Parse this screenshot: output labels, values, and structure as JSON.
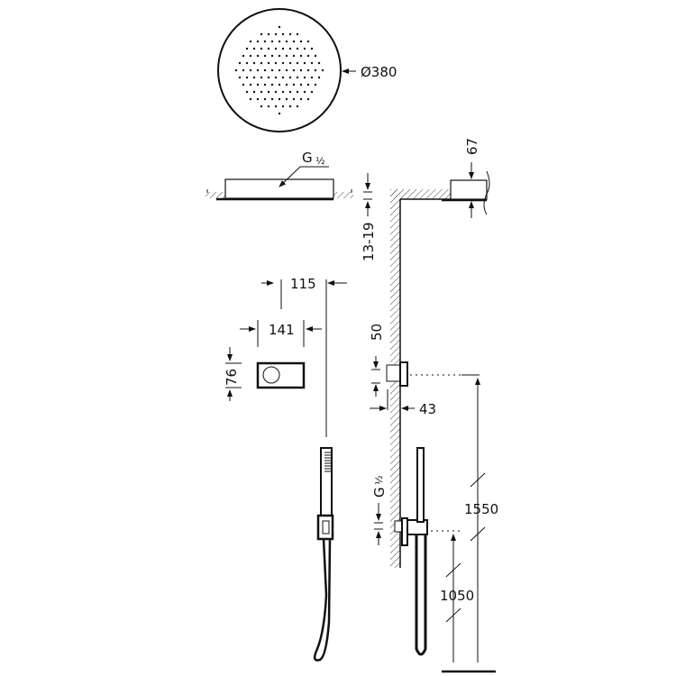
{
  "diagram": {
    "type": "technical-drawing",
    "subject": "shower set dimensions",
    "dimensions": {
      "head_diameter": "Ø380",
      "head_connection": "G",
      "head_connection_frac": "½",
      "ceiling_recess": "13-19",
      "head_thickness": "67",
      "mixer_depth_total": "115",
      "mixer_width": "141",
      "mixer_height": "76",
      "outlet_height": "50",
      "mixer_projection": "43",
      "wall_connection": "G",
      "wall_connection_frac": "½",
      "mixer_floor_height": "1550",
      "holder_floor_height": "1050"
    },
    "colors": {
      "line": "#111111",
      "background": "#ffffff"
    }
  }
}
